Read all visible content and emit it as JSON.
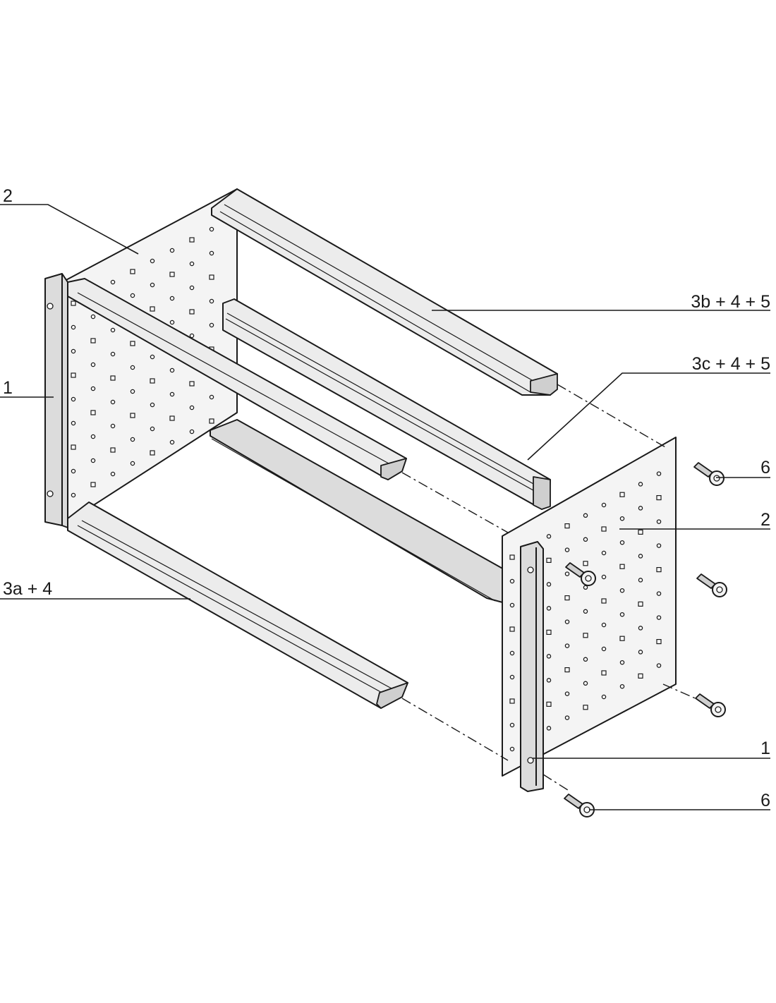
{
  "diagram": {
    "callouts": [
      {
        "id": "c-2-top",
        "text": "2"
      },
      {
        "id": "c-3b",
        "text": "3b + 4 + 5"
      },
      {
        "id": "c-3c",
        "text": "3c + 4 + 5"
      },
      {
        "id": "c-1-left",
        "text": "1"
      },
      {
        "id": "c-6-top",
        "text": "6"
      },
      {
        "id": "c-2-right",
        "text": "2"
      },
      {
        "id": "c-3a",
        "text": "3a + 4"
      },
      {
        "id": "c-1-right",
        "text": "1"
      },
      {
        "id": "c-6-bottom",
        "text": "6"
      }
    ]
  }
}
